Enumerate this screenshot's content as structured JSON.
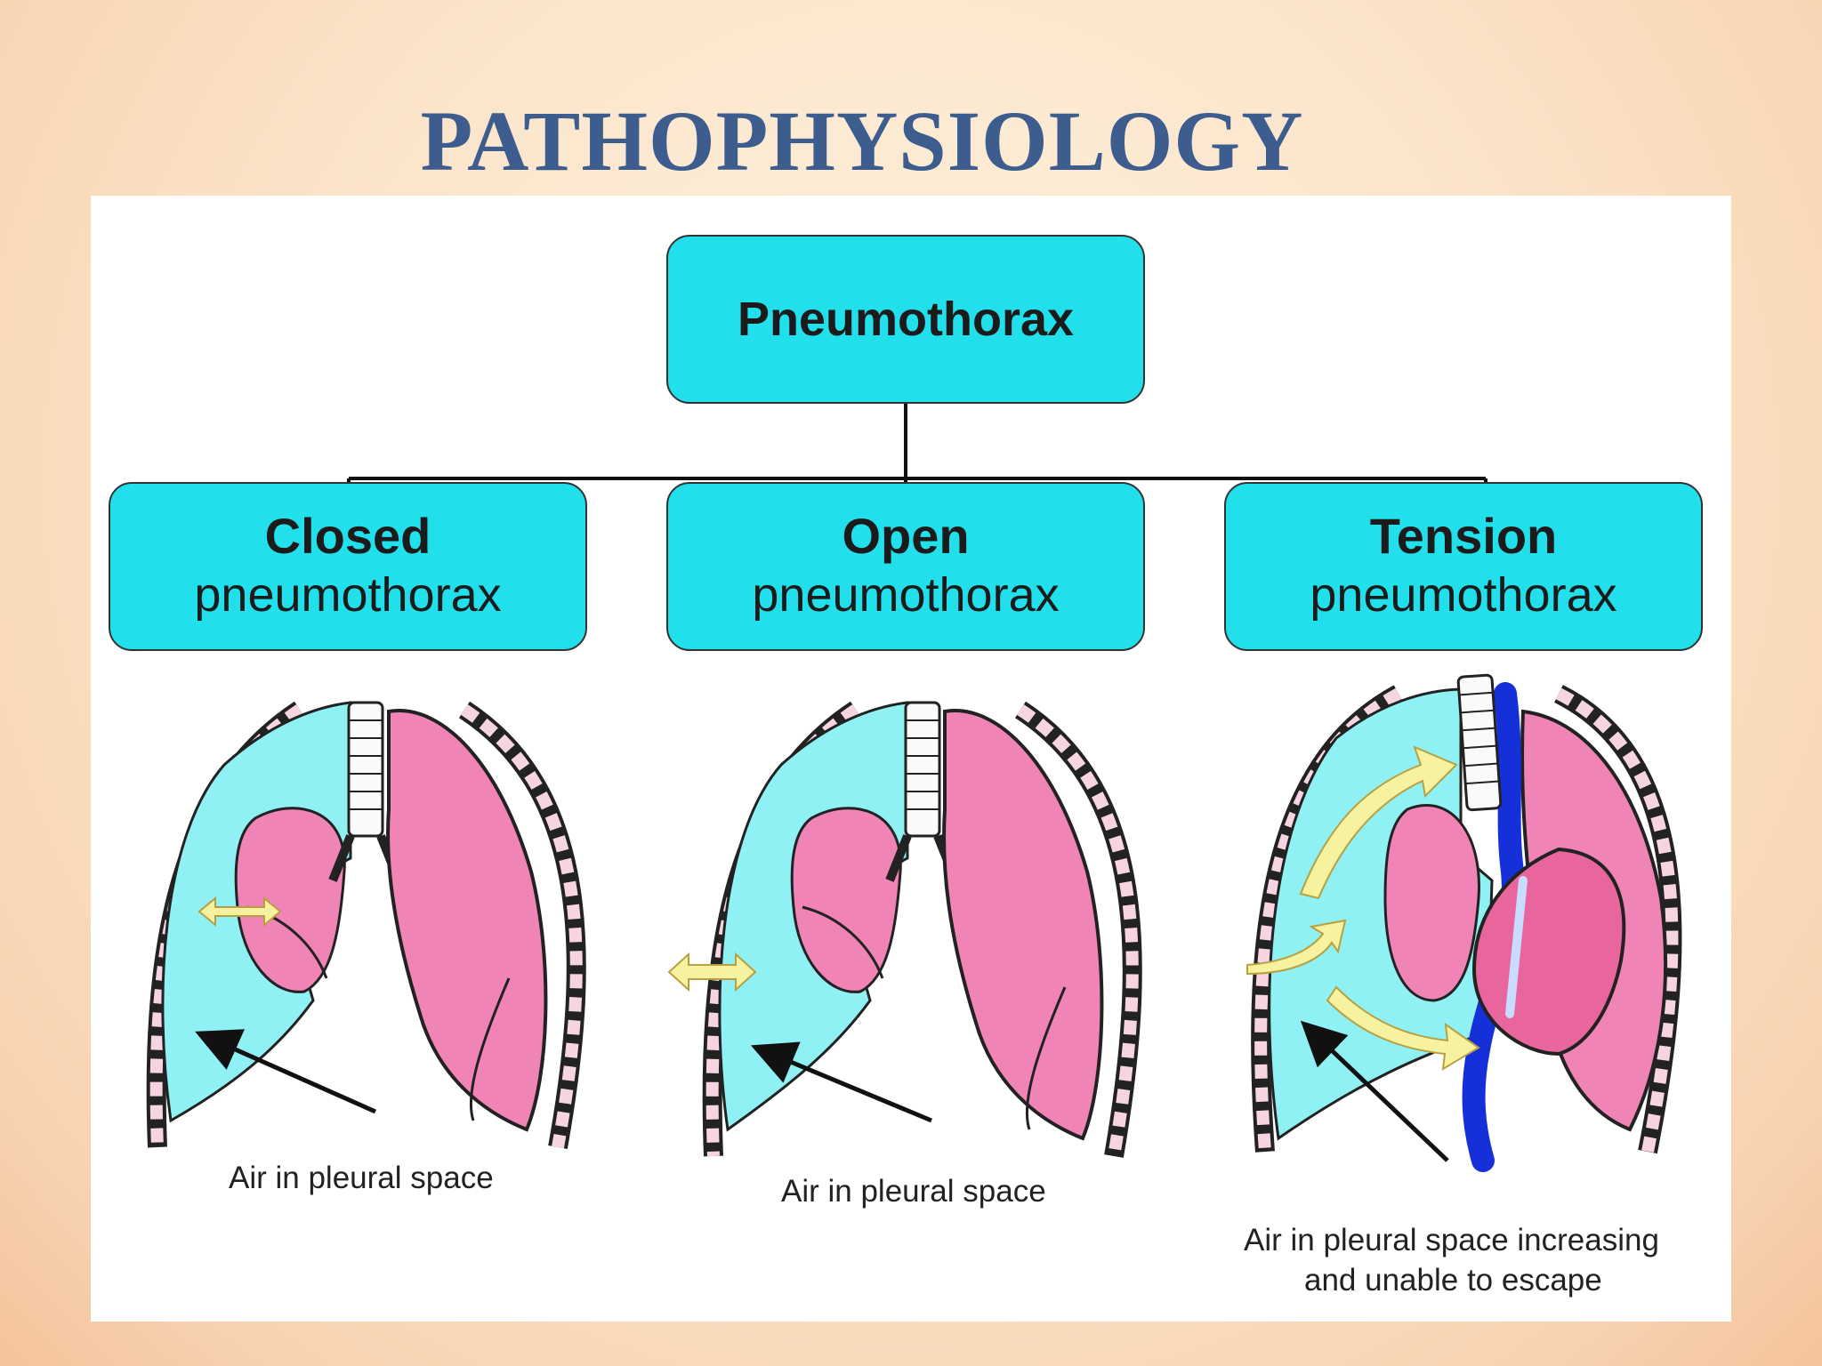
{
  "slide": {
    "title": "PATHOPHYSIOLOGY"
  },
  "diagram": {
    "root": "Pneumothorax",
    "types": [
      {
        "bold": "Closed",
        "sub": "pneumothorax",
        "caption": "Air in pleural space"
      },
      {
        "bold": "Open",
        "sub": "pneumothorax",
        "caption": "Air in pleural space"
      },
      {
        "bold": "Tension",
        "sub": "pneumothorax",
        "caption_line1": "Air in pleural space increasing",
        "caption_line2": "and unable to escape"
      }
    ]
  },
  "colors": {
    "title": "#3c5d8d",
    "box_fill": "#22dfec",
    "pleural_air": "#8ff1f4",
    "lung": "#f084b6",
    "rib_accent": "#e03c78",
    "vessel": "#1530d8",
    "arrow_fill": "#f7f2a0"
  },
  "icons": {
    "lungs": "lungs-illustration",
    "trachea": "trachea-illustration",
    "heart": "heart-illustration",
    "arrow": "arrow-icon"
  }
}
